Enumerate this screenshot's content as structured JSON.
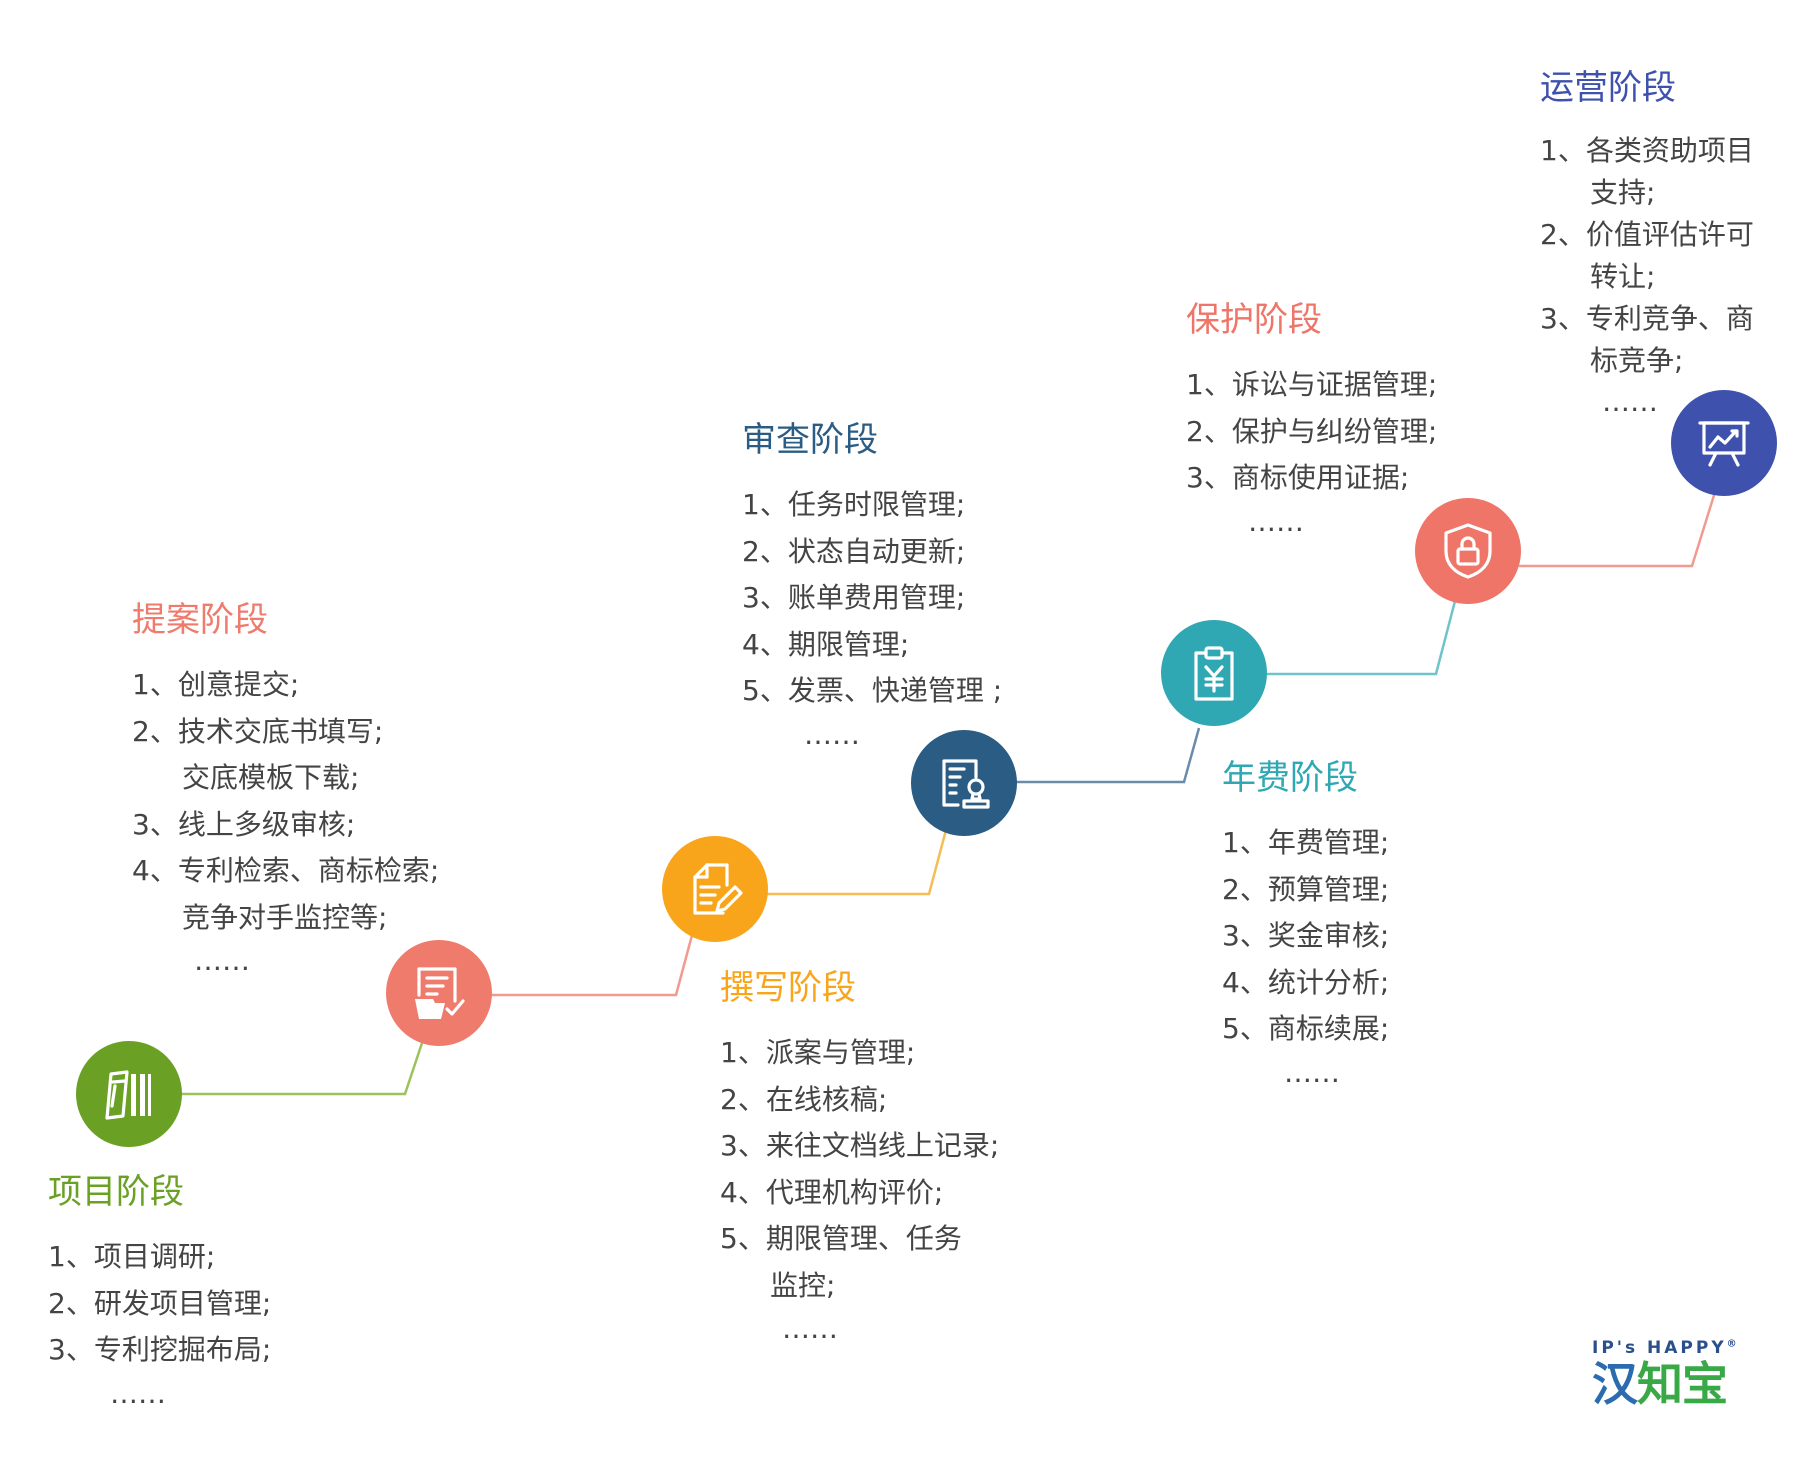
{
  "colors": {
    "xiangmu": "#6aa125",
    "tian": "#ef7b6d",
    "zhuanxie": "#f9a51b",
    "shencha": "#2a5c84",
    "nianfei": "#2fa8b3",
    "baohu": "#ee7568",
    "yunying": "#3e51ad"
  },
  "stages": {
    "xiangmu": {
      "title": "项目阶段",
      "icon": "books-icon",
      "items": [
        "1、项目调研;",
        "2、研发项目管理;",
        "3、专利挖掘布局;"
      ],
      "ellipsis": "……"
    },
    "tian": {
      "title": "提案阶段",
      "icon": "document-check-icon",
      "items": [
        "1、创意提交;",
        "2、技术交底书填写;",
        "交底模板下载;",
        "3、线上多级审核;",
        "4、专利检索、商标检索;",
        "竞争对手监控等;"
      ],
      "ellipsis": "……"
    },
    "zhuanxie": {
      "title": "撰写阶段",
      "icon": "document-pen-icon",
      "items": [
        "1、派案与管理;",
        "2、在线核稿;",
        "3、来往文档线上记录;",
        "4、代理机构评价;",
        "5、期限管理、任务",
        "监控;"
      ],
      "ellipsis": "……"
    },
    "shencha": {
      "title": "审查阶段",
      "icon": "document-stamp-icon",
      "items": [
        "1、任务时限管理;",
        "2、状态自动更新;",
        "3、账单费用管理;",
        "4、期限管理;",
        "5、发票、快递管理 ;"
      ],
      "ellipsis": "……"
    },
    "nianfei": {
      "title": "年费阶段",
      "icon": "clipboard-yen-icon",
      "items": [
        "1、年费管理;",
        "2、预算管理;",
        "3、奖金审核;",
        "4、统计分析;",
        "5、商标续展;"
      ],
      "ellipsis": "……"
    },
    "baohu": {
      "title": "保护阶段",
      "icon": "shield-lock-icon",
      "items": [
        "1、诉讼与证据管理;",
        "2、保护与纠纷管理;",
        "3、商标使用证据;"
      ],
      "ellipsis": "……"
    },
    "yunying": {
      "title": "运营阶段",
      "icon": "presentation-chart-icon",
      "items": [
        "1、各类资助项目",
        "支持;",
        "2、价值评估许可",
        "转让;",
        "3、专利竞争、商",
        "标竞争;"
      ],
      "ellipsis": "……"
    }
  },
  "logo": {
    "top_text": "IP's HAPPY",
    "reg": "®",
    "mark_a": "汉",
    "mark_b": "知宝"
  }
}
